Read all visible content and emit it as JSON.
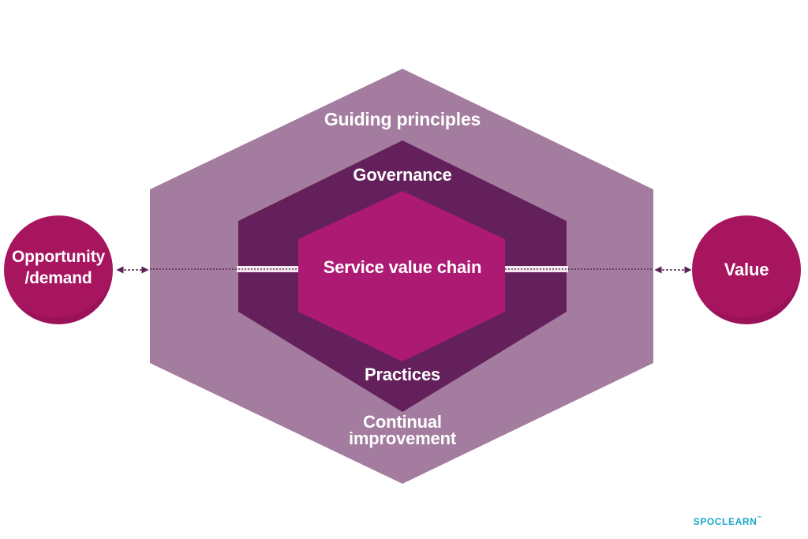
{
  "diagram": {
    "layers": {
      "outer": "Guiding principles",
      "middle_top": "Governance",
      "core": "Service value chain",
      "middle_bottom": "Practices",
      "outer_bottom_line1": "Continual",
      "outer_bottom_line2": "improvement"
    },
    "input_node": {
      "line1": "Opportunity",
      "line2": "/demand"
    },
    "output_node": {
      "label": "Value"
    }
  },
  "branding": {
    "logo_text": "SPOCLEARN",
    "mark": "™"
  },
  "colors": {
    "outer_hex": "#a47c9f",
    "middle_hex": "#64205b",
    "core_hex": "#ad1a74",
    "circles": "#a8155f",
    "connector": "#5a1f52",
    "logo": "#1aa7c9"
  }
}
